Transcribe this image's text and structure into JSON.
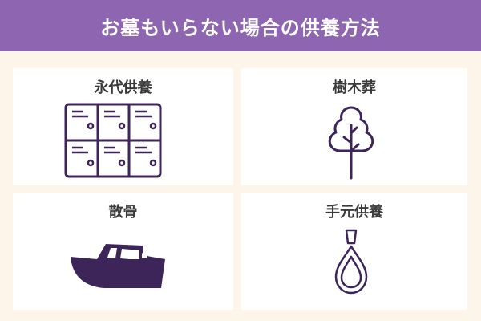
{
  "header": {
    "title": "お墓もいらない場合の供養方法"
  },
  "cards": [
    {
      "label": "永代供養",
      "icon": "locker-icon"
    },
    {
      "label": "樹木葬",
      "icon": "tree-icon"
    },
    {
      "label": "散骨",
      "icon": "boat-icon"
    },
    {
      "label": "手元供養",
      "icon": "pendant-icon"
    }
  ],
  "colors": {
    "header": "#8e65b0",
    "icon": "#3d2459",
    "background": "#fdf5ea"
  }
}
